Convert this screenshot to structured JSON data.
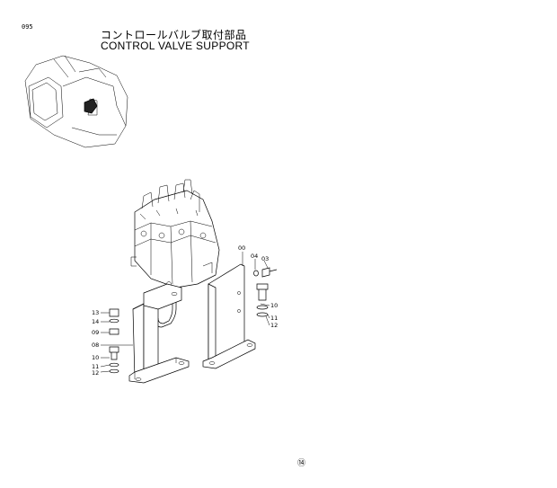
{
  "header": {
    "page_number": "095",
    "title_jp": "コントロールバルブ取付部品",
    "title_en": "CONTROL VALVE SUPPORT"
  },
  "callouts": {
    "c00": "00",
    "c04": "04",
    "c03": "03",
    "c10a": "10",
    "c11a": "11",
    "c12a": "12",
    "c13": "13",
    "c14": "14",
    "c09": "09",
    "c08": "08",
    "c10b": "10",
    "c11b": "11",
    "c12b": "12"
  },
  "footer": {
    "symbol": "⑭"
  }
}
